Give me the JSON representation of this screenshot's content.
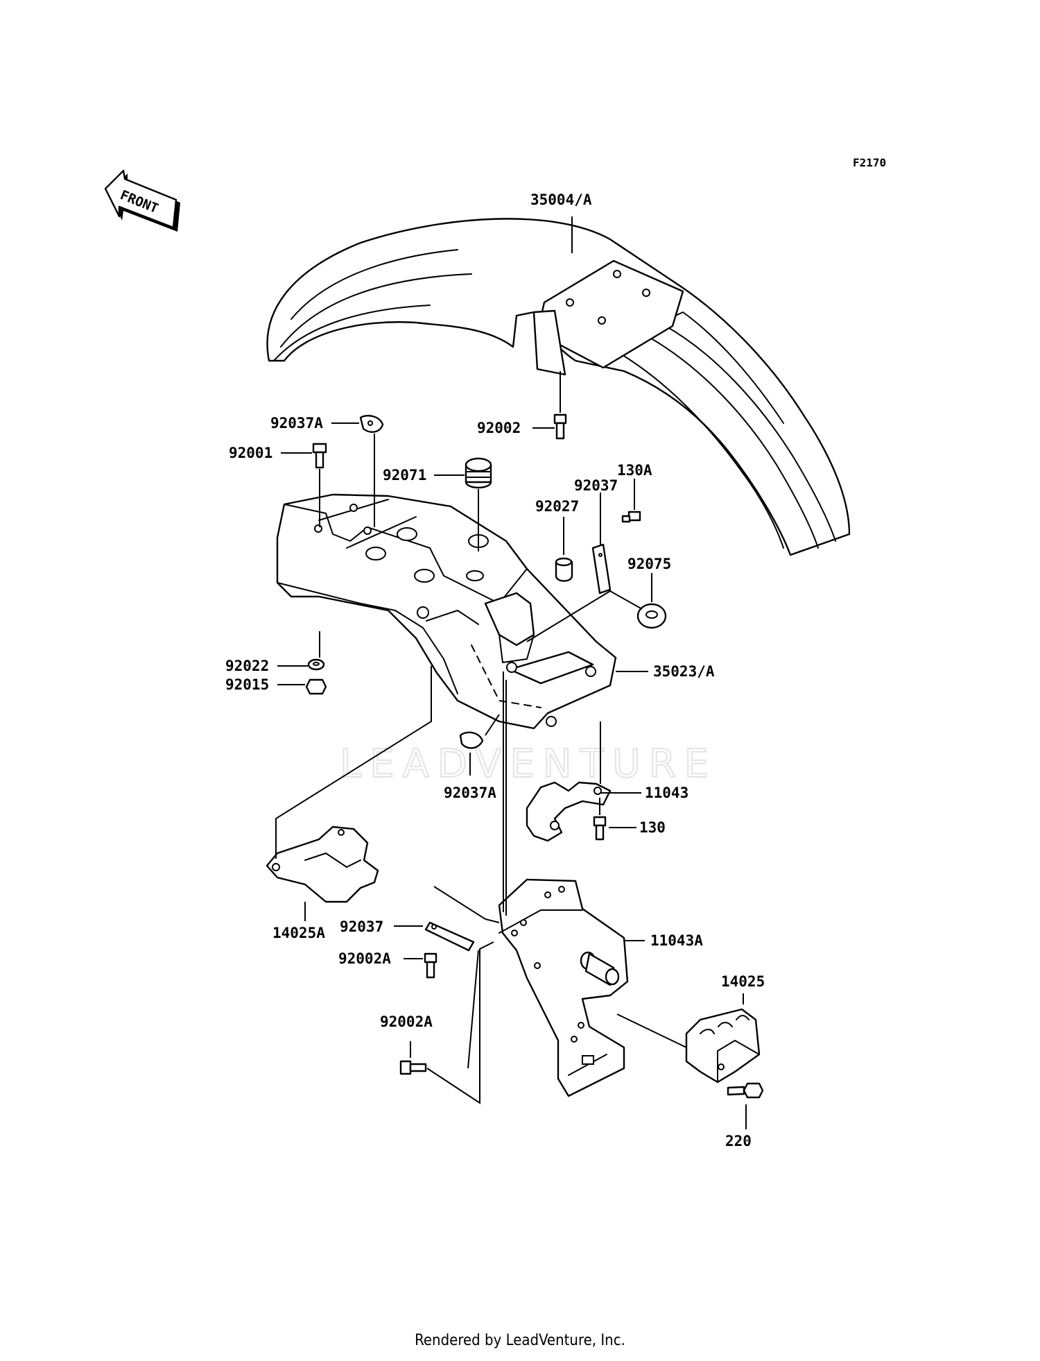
{
  "diagram_code": "F2170",
  "front_label": "FRONT",
  "watermark": "LEADVENTURE",
  "footer": "Rendered by LeadVenture, Inc.",
  "callouts": {
    "c35004A": "35004/A",
    "c92037A_top": "92037A",
    "c92001": "92001",
    "c92002": "92002",
    "c92071": "92071",
    "c130A": "130A",
    "c92037_top": "92037",
    "c92027": "92027",
    "c92075": "92075",
    "c92022": "92022",
    "c92015": "92015",
    "c35023A": "35023/A",
    "c92037A_bottom": "92037A",
    "c11043": "11043",
    "c130": "130",
    "c14025A": "14025A",
    "c92037_bottom": "92037",
    "c92002A_upper": "92002A",
    "c11043A": "11043A",
    "c14025": "14025",
    "c92002A_lower": "92002A",
    "c220": "220"
  }
}
